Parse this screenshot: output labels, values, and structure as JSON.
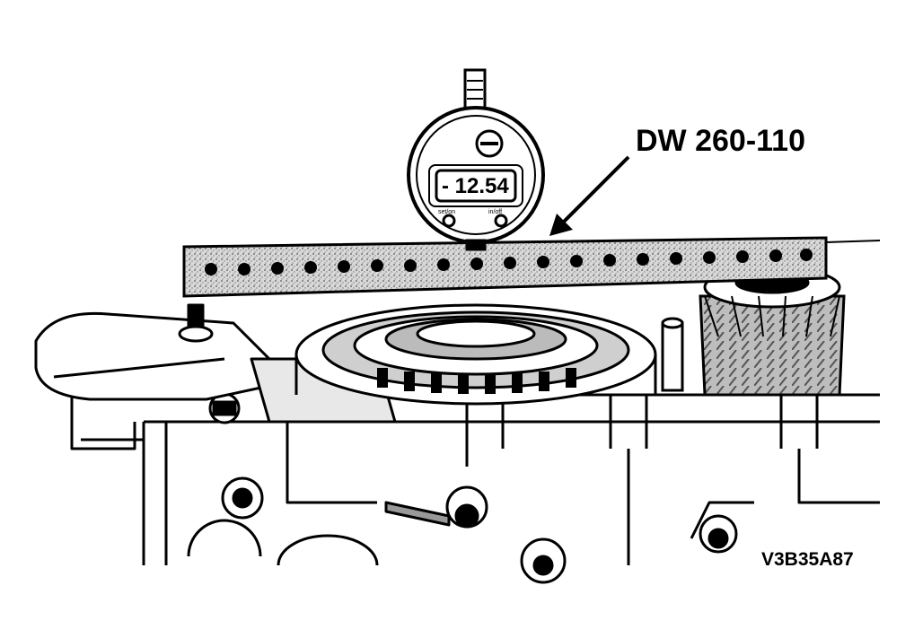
{
  "diagram": {
    "tool_callout": "DW 260-110",
    "figure_code": "V3B35A87",
    "gauge": {
      "reading": "- 12.54",
      "left_button_label": "set/on",
      "right_button_label": "in/off"
    }
  }
}
